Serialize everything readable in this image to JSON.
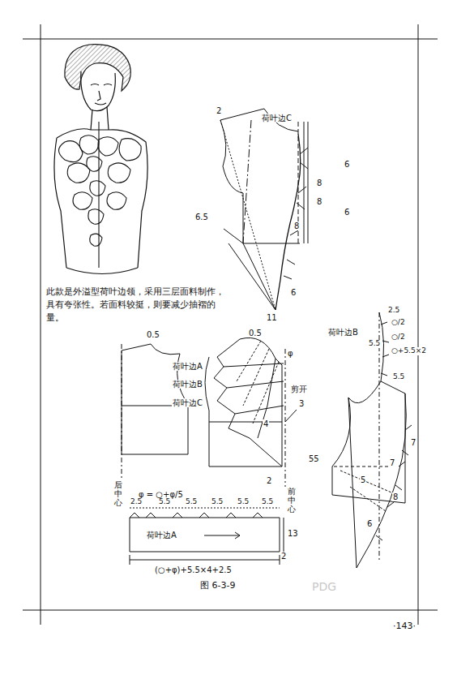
{
  "diagram": {
    "caption": "图 6-3-9",
    "labels": [
      "此款是外溢型荷叶边领，采用三层面料制作，具有夸张性。若面料较挺，则要减少抽褶的量。",
      "2",
      "荷叶边C",
      "6",
      "8",
      "8",
      "6",
      "8",
      "6.5",
      "6",
      "11",
      "0.5",
      "0.5",
      "荷叶边A",
      "φ",
      "荷叶边B",
      "剪开",
      "3",
      "荷叶边C",
      "4",
      "2",
      "后中心",
      "φ = ○+φ/5",
      "2.5",
      "5.5",
      "5.5",
      "5.5",
      "5.5",
      "5.5",
      "前中心",
      "13",
      "荷叶边A",
      "2",
      "(○+φ)+5.5×4+2.5",
      "2.5",
      "○/2",
      "荷叶边B",
      "5.5",
      "○/2",
      "○+5.5×2",
      "5.5",
      "55",
      "7",
      "7",
      "5",
      "8",
      "6",
      "·143·",
      "PDG"
    ]
  }
}
